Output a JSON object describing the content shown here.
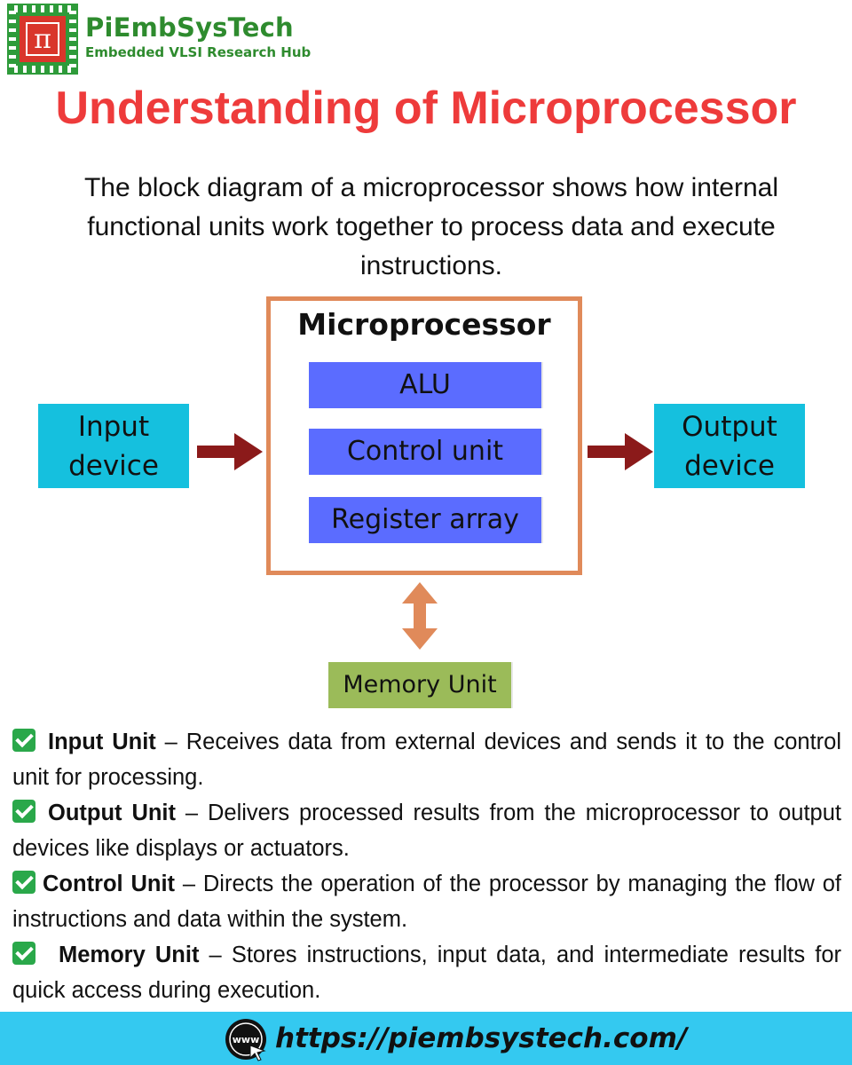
{
  "brand": {
    "name": "PiEmbSysTech",
    "tagline": "Embedded VLSI Research Hub",
    "logo_glyph": "π"
  },
  "title": "Understanding of Microprocessor",
  "intro": "The block diagram of a microprocessor shows how internal functional units work together to process data and execute instructions.",
  "diagram": {
    "microprocessor_label": "Microprocessor",
    "units": [
      "ALU",
      "Control unit",
      "Register array"
    ],
    "input_lines": [
      "Input",
      "device"
    ],
    "output_lines": [
      "Output",
      "device"
    ],
    "memory_label": "Memory Unit",
    "colors": {
      "frame": "#e08a5a",
      "unit": "#5b6cff",
      "io": "#15c0de",
      "memory": "#9bbb59",
      "arrow": "#8b1a1a",
      "memory_arrow": "#e08a5a"
    }
  },
  "bullets": [
    {
      "term": "Input Unit",
      "text": " – Receives data from external devices and sends it to the control unit for processing."
    },
    {
      "term": "Output Unit",
      "text": " – Delivers processed results from the microprocessor to output devices like displays or actuators."
    },
    {
      "term": "Control Unit",
      "text": " – Directs the operation of the processor by managing the flow of instructions and data within the system."
    },
    {
      "term": "Memory Unit",
      "text": " – Stores instructions, input data, and intermediate results for quick access during execution."
    }
  ],
  "footer": {
    "icon_label": "www",
    "url": "https://piembsystech.com/"
  }
}
